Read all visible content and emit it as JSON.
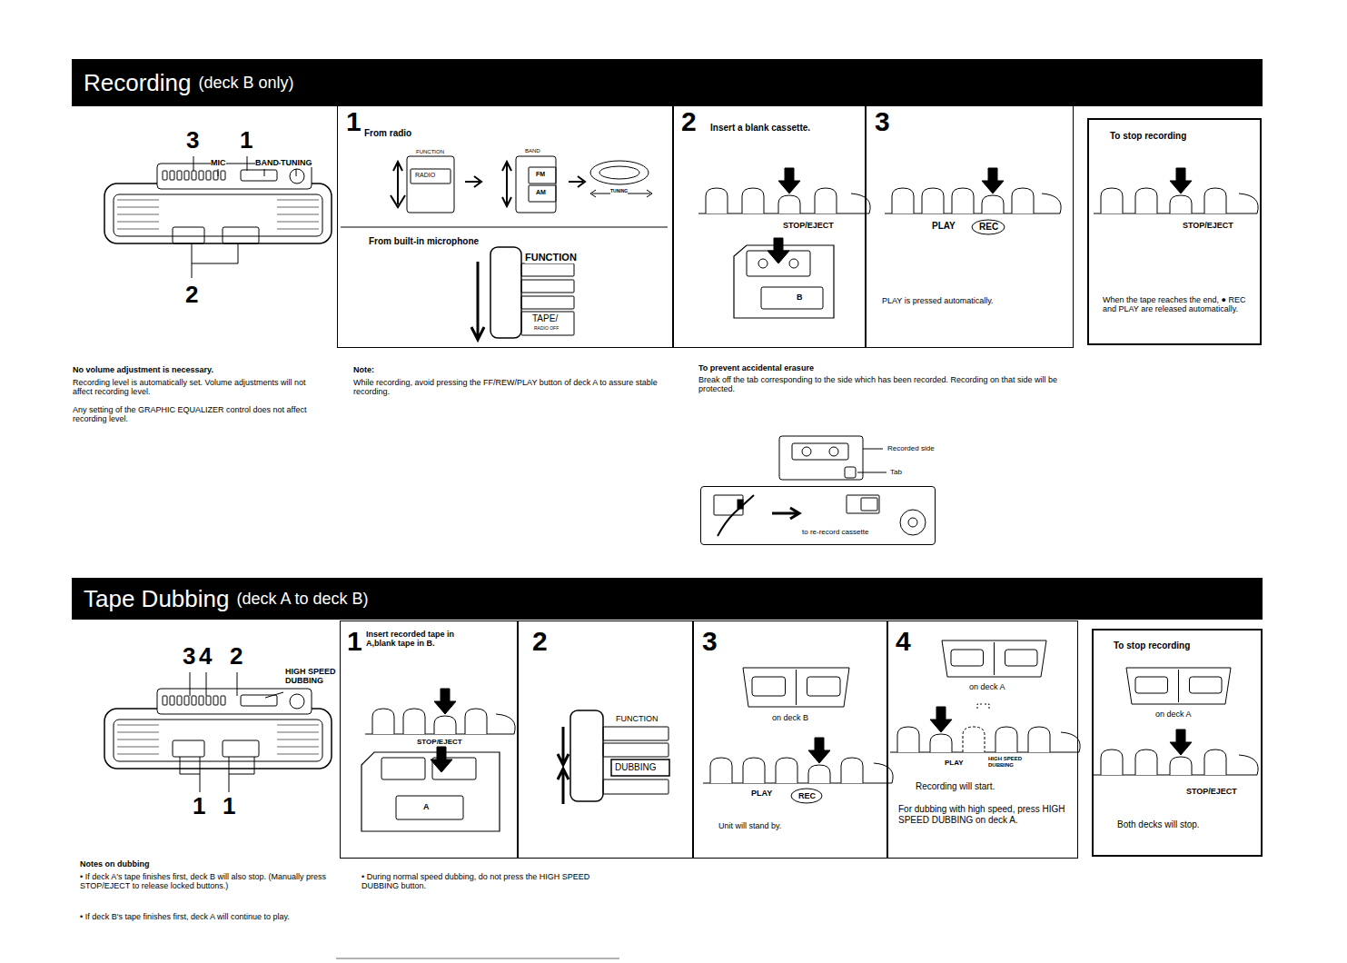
{
  "diagram": {
    "nodes": [
      {
        "text": [
          "Recording",
          "(deck B only)"
        ]
      },
      {
        "text": [
          "1",
          "From radio",
          "From built-in microphone"
        ]
      },
      {
        "text": [
          "2",
          "Insert a blank cassette."
        ]
      },
      {
        "text": [
          "3",
          "PLAY is pressed automatically."
        ]
      },
      {
        "text": [
          "To stop recording",
          "When the tape reaches the end, ● REC and PLAY are released automatically."
        ]
      },
      {
        "text": [
          "to re-record cassette"
        ]
      },
      {
        "text": [
          "Tape Dubbing",
          "(deck A to deck B)"
        ]
      },
      {
        "text": [
          "1",
          "Insert recorded tape in A,blank tape in B."
        ]
      },
      {
        "text": [
          "2"
        ]
      },
      {
        "text": [
          "3",
          "Unit will stand by."
        ]
      },
      {
        "text": [
          "4",
          "Recording will start.",
          "For dubbing with high speed, press HIGH SPEED DUBBING on deck A."
        ]
      },
      {
        "text": [
          "To stop recording",
          "Both decks will stop."
        ]
      }
    ],
    "labels": [
      "3",
      "1",
      "MIC",
      "BAND",
      "TUNING",
      "2",
      "FUNCTION",
      "RADIO",
      "BAND",
      "FM",
      "AM",
      "TUNING",
      "FUNCTION",
      "TAPE/",
      "RADIO OFF",
      "STOP/EJECT",
      "B",
      "PLAY",
      "REC",
      "STOP/EJECT",
      "No volume adjustment is necessary.",
      "Recording level is automatically set. Volume adjustments will not affect recording level.",
      "Any setting of the GRAPHIC EQUALIZER control does not affect recording level.",
      "Note:",
      "While recording, avoid pressing the FF/REW/PLAY button of deck A to assure stable recording.",
      "To prevent accidental erasure",
      "Break off the tab corresponding to the side which has been recorded. Recording on that side will be protected.",
      "Recorded side",
      "Tab",
      "3",
      "4",
      "2",
      "HIGH SPEED DUBBING",
      "1",
      "1",
      "STOP/EJECT",
      "A",
      "FUNCTION",
      "DUBBING",
      "on deck B",
      "PLAY",
      "REC",
      "on deck A",
      "PLAY",
      "HIGH SPEED DUBBING",
      "on deck A",
      "STOP/EJECT",
      "Notes on dubbing",
      "• If deck A's tape finishes first, deck B will also stop. (Manually press STOP/EJECT to release locked buttons.)",
      "• If deck B's tape finishes first, deck A will continue to play.",
      "• During normal speed dubbing, do not press the HIGH SPEED DUBBING button."
    ]
  }
}
